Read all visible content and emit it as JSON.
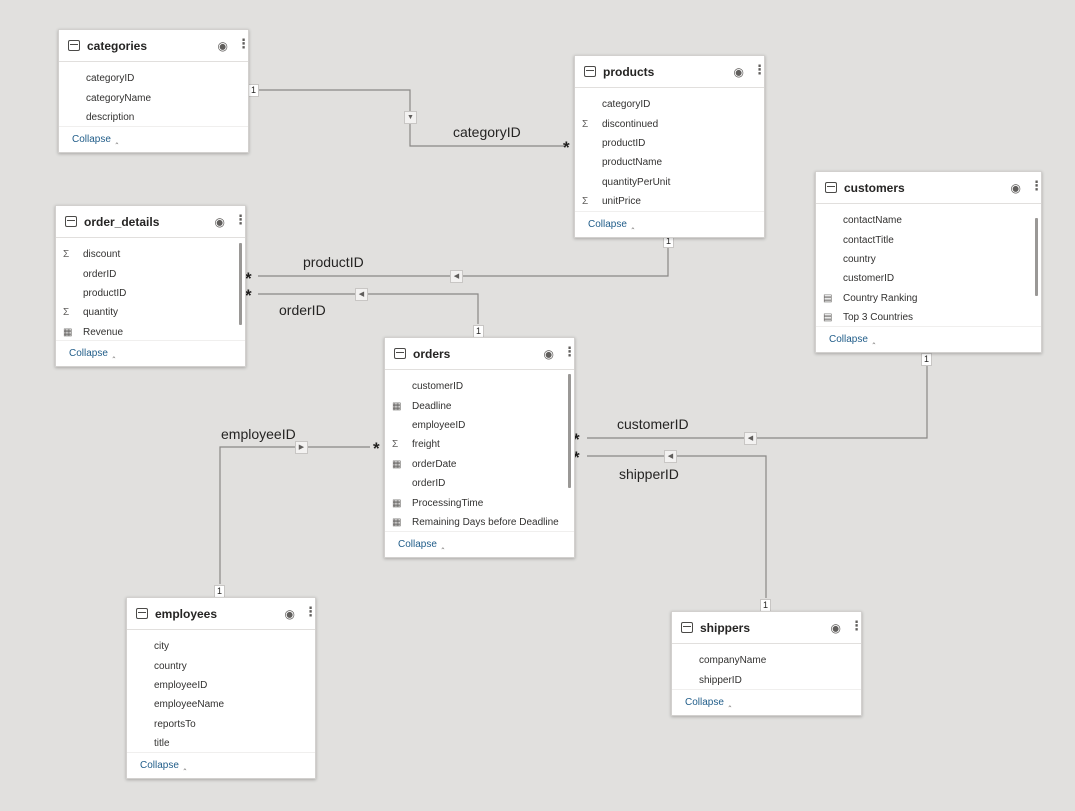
{
  "tables": {
    "categories": {
      "title": "categories",
      "fields": [
        {
          "icon": "",
          "name": "categoryID"
        },
        {
          "icon": "",
          "name": "categoryName"
        },
        {
          "icon": "",
          "name": "description"
        }
      ],
      "collapse": "Collapse"
    },
    "products": {
      "title": "products",
      "fields": [
        {
          "icon": "",
          "name": "categoryID"
        },
        {
          "icon": "Σ",
          "name": "discontinued"
        },
        {
          "icon": "",
          "name": "productID"
        },
        {
          "icon": "",
          "name": "productName"
        },
        {
          "icon": "",
          "name": "quantityPerUnit"
        },
        {
          "icon": "Σ",
          "name": "unitPrice"
        }
      ],
      "collapse": "Collapse"
    },
    "customers": {
      "title": "customers",
      "fields": [
        {
          "icon": "",
          "name": "contactName"
        },
        {
          "icon": "",
          "name": "contactTitle"
        },
        {
          "icon": "",
          "name": "country"
        },
        {
          "icon": "",
          "name": "customerID"
        },
        {
          "icon": "▤",
          "name": "Country Ranking"
        },
        {
          "icon": "▤",
          "name": "Top 3 Countries"
        }
      ],
      "collapse": "Collapse"
    },
    "order_details": {
      "title": "order_details",
      "fields": [
        {
          "icon": "Σ",
          "name": "discount"
        },
        {
          "icon": "",
          "name": "orderID"
        },
        {
          "icon": "",
          "name": "productID"
        },
        {
          "icon": "Σ",
          "name": "quantity"
        },
        {
          "icon": "▦",
          "name": "Revenue"
        }
      ],
      "collapse": "Collapse"
    },
    "orders": {
      "title": "orders",
      "fields": [
        {
          "icon": "",
          "name": "customerID"
        },
        {
          "icon": "▦",
          "name": "Deadline"
        },
        {
          "icon": "",
          "name": "employeeID"
        },
        {
          "icon": "Σ",
          "name": "freight"
        },
        {
          "icon": "▦",
          "name": "orderDate"
        },
        {
          "icon": "",
          "name": "orderID"
        },
        {
          "icon": "▦",
          "name": "ProcessingTime"
        },
        {
          "icon": "▦",
          "name": "Remaining Days before Deadline"
        }
      ],
      "collapse": "Collapse"
    },
    "employees": {
      "title": "employees",
      "fields": [
        {
          "icon": "",
          "name": "city"
        },
        {
          "icon": "",
          "name": "country"
        },
        {
          "icon": "",
          "name": "employeeID"
        },
        {
          "icon": "",
          "name": "employeeName"
        },
        {
          "icon": "",
          "name": "reportsTo"
        },
        {
          "icon": "",
          "name": "title"
        }
      ],
      "collapse": "Collapse"
    },
    "shippers": {
      "title": "shippers",
      "fields": [
        {
          "icon": "",
          "name": "companyName"
        },
        {
          "icon": "",
          "name": "shipperID"
        }
      ],
      "collapse": "Collapse"
    }
  },
  "relationships": {
    "categoryID": {
      "label": "categoryID",
      "one_side": "1",
      "many_side": "*"
    },
    "productID": {
      "label": "productID",
      "one_side": "1",
      "many_side": "*"
    },
    "orderID": {
      "label": "orderID",
      "one_side": "1",
      "many_side": "*"
    },
    "employeeID": {
      "label": "employeeID",
      "one_side": "1",
      "many_side": "*"
    },
    "customerID": {
      "label": "customerID",
      "one_side": "1",
      "many_side": "*"
    },
    "shipperID": {
      "label": "shipperID",
      "one_side": "1",
      "many_side": "*"
    }
  },
  "icons": {
    "table": "table-icon",
    "visibility": "eye-icon",
    "more": "more-options-icon",
    "sum": "sigma-icon",
    "measure": "calculator-icon",
    "calculated_column": "calculated-column-icon",
    "date": "calendar-icon",
    "collapse": "chevron-up-icon",
    "filter_direction": "filter-direction-arrow-icon"
  },
  "colors": {
    "canvas": "#e1e0de",
    "card": "#ffffff",
    "line": "#8a8886",
    "collapse_link": "#225e8a"
  }
}
